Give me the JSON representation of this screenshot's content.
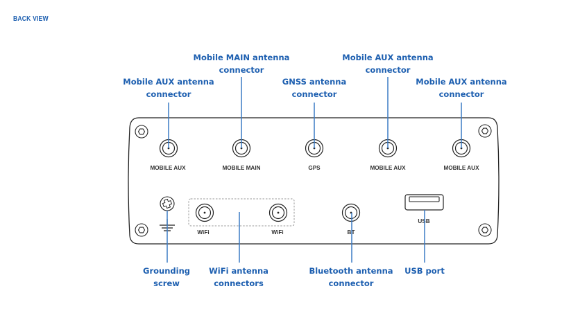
{
  "header": {
    "title": "BACK VIEW"
  },
  "colors": {
    "accent": "#1d5fb0",
    "leader_line": "#3a7bc4",
    "outline": "#222222"
  },
  "top_callouts": [
    {
      "id": "mobile-aux-1",
      "line1": "Mobile AUX antenna",
      "line2": "connector"
    },
    {
      "id": "mobile-main",
      "line1": "Mobile MAIN antenna",
      "line2": "connector"
    },
    {
      "id": "gnss",
      "line1": "GNSS antenna",
      "line2": "connector"
    },
    {
      "id": "mobile-aux-2",
      "line1": "Mobile AUX antenna",
      "line2": "connector"
    },
    {
      "id": "mobile-aux-3",
      "line1": "Mobile AUX antenna",
      "line2": "connector"
    }
  ],
  "bottom_callouts": [
    {
      "id": "grounding",
      "line1": "Grounding",
      "line2": "screw"
    },
    {
      "id": "wifi",
      "line1": "WiFi antenna",
      "line2": "connectors"
    },
    {
      "id": "bluetooth",
      "line1": "Bluetooth antenna",
      "line2": "connector"
    },
    {
      "id": "usb",
      "line1": "USB port",
      "line2": ""
    }
  ],
  "panel_labels": {
    "mobile_aux_1": "MOBILE AUX",
    "mobile_main": "MOBILE MAIN",
    "gps": "GPS",
    "mobile_aux_2": "MOBILE AUX",
    "mobile_aux_3": "MOBILE AUX",
    "wifi_1": "WiFi",
    "wifi_2": "WiFi",
    "bt": "BT",
    "usb": "USB"
  }
}
